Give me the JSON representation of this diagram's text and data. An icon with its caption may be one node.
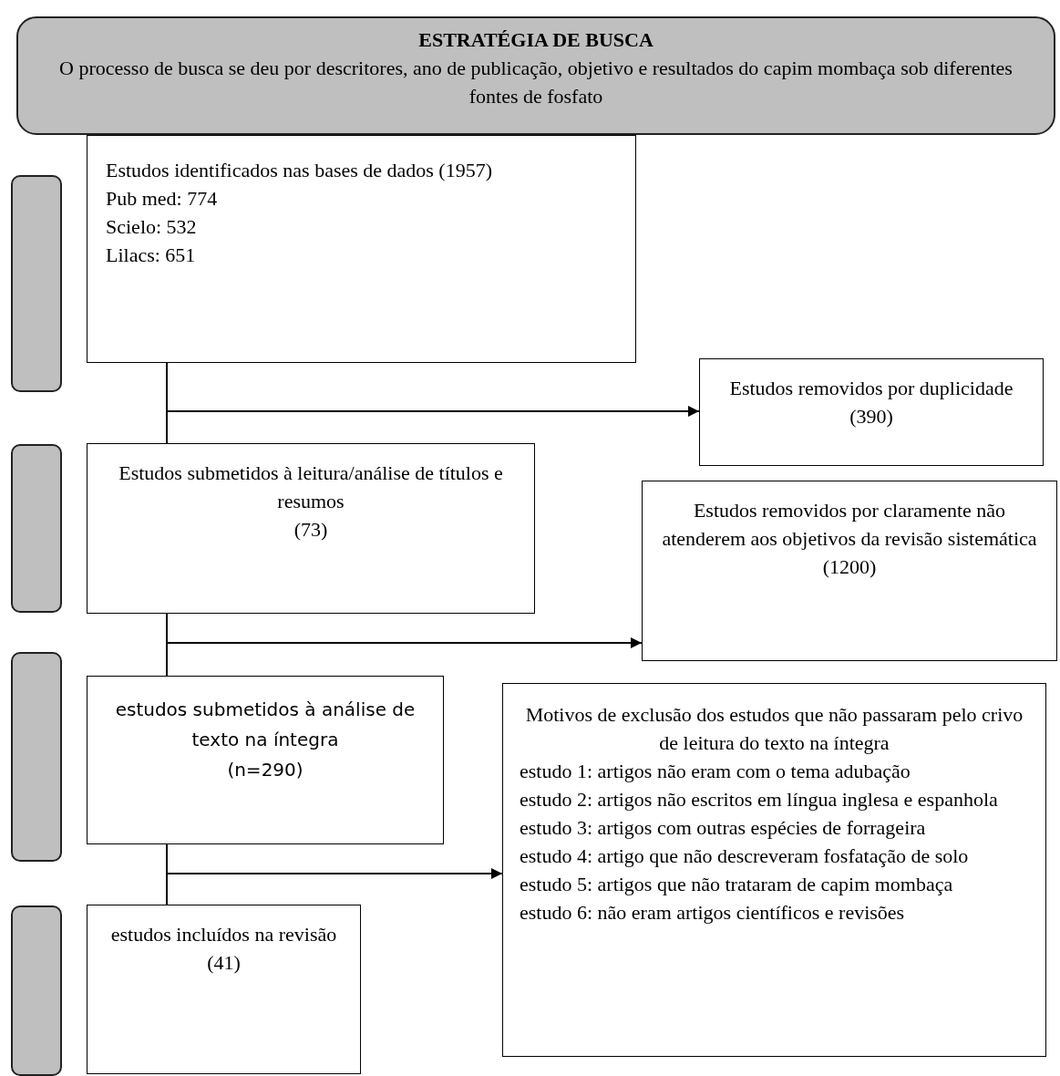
{
  "diagram": {
    "nodes": [
      {
        "text": [
          "ESTRATÉGIA DE BUSCA",
          "O processo de busca se deu por descritores, ano de publicação, objetivo e resultados do capim mombaça sob diferentes fontes de fosfato"
        ]
      },
      {
        "text": [],
        "shape": "bar"
      },
      {
        "text": [],
        "shape": "bar"
      },
      {
        "text": [],
        "shape": "bar"
      },
      {
        "text": [],
        "shape": "bar"
      },
      {
        "text": [
          "Estudos identificados nas bases de dados (1957)",
          "Pub med: 774",
          "Scielo:  532",
          "Lilacs: 651"
        ]
      },
      {
        "text": [
          "Estudos removidos por duplicidade (390)"
        ]
      },
      {
        "text": [
          "Estudos submetidos à leitura/análise de títulos e resumos",
          "(73)"
        ]
      },
      {
        "text": [
          "Estudos removidos por claramente não atenderem aos objetivos da revisão sistemática (1200)"
        ]
      },
      {
        "text": [
          "estudos submetidos à análise de texto na íntegra",
          "(n=290)"
        ]
      },
      {
        "text": [
          "Motivos de exclusão dos estudos que não passaram pelo crivo de leitura do texto na íntegra",
          "estudo 1: artigos não eram com o tema adubação",
          "estudo 2: artigos não escritos em língua inglesa e espanhola",
          "estudo 3: artigos com outras espécies de forrageira",
          "estudo 4: artigo que não descreveram fosfatação de solo",
          "estudo 5: artigos que não trataram de capim mombaça",
          "estudo 6: não eram artigos científicos e revisões"
        ]
      },
      {
        "text": [
          "estudos incluídos na revisão",
          "(41)"
        ]
      }
    ],
    "edges": [
      {
        "from": 5,
        "to": 7,
        "arrow": "none"
      },
      {
        "from": 5,
        "to": 6,
        "arrow": "to"
      },
      {
        "from": 7,
        "to": 9,
        "arrow": "none"
      },
      {
        "from": 7,
        "to": 8,
        "arrow": "to"
      },
      {
        "from": 9,
        "to": 11,
        "arrow": "none"
      },
      {
        "from": 9,
        "to": 10,
        "arrow": "to"
      }
    ]
  }
}
